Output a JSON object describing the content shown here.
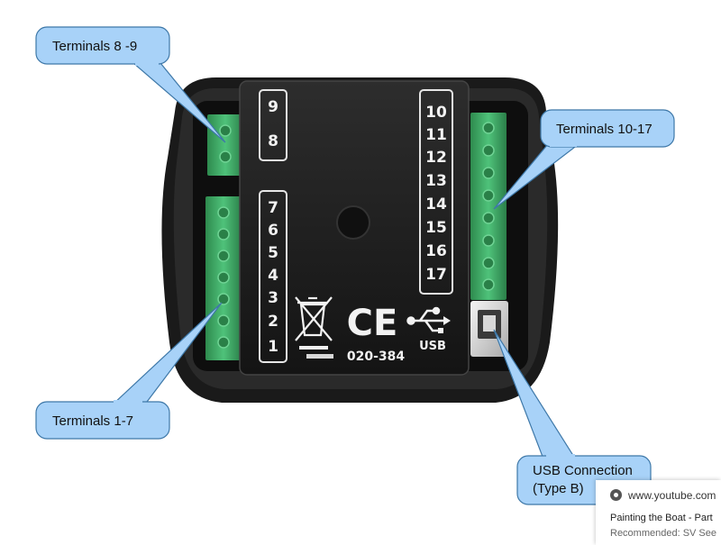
{
  "callouts": {
    "terminals_8_9": "Terminals 8 -9",
    "terminals_10_17": "Terminals 10-17",
    "terminals_1_7": "Terminals 1-7",
    "usb_line1": "USB Connection",
    "usb_line2": "(Type B)"
  },
  "device": {
    "left_top_numbers": [
      "9",
      "8"
    ],
    "left_bottom_numbers": [
      "7",
      "6",
      "5",
      "4",
      "3",
      "2",
      "1"
    ],
    "right_numbers": [
      "10",
      "11",
      "12",
      "13",
      "14",
      "15",
      "16",
      "17"
    ],
    "ce_mark": "CE",
    "usb_label": "USB",
    "part_number": "020-384"
  },
  "popup": {
    "domain": "www.youtube.com",
    "title": "Painting the Boat - Part",
    "subtitle": "Recommended: SV See"
  },
  "colors": {
    "callout_fill": "#a8d2f8",
    "terminal_green": "#3aa860",
    "device_body": "#222222"
  }
}
